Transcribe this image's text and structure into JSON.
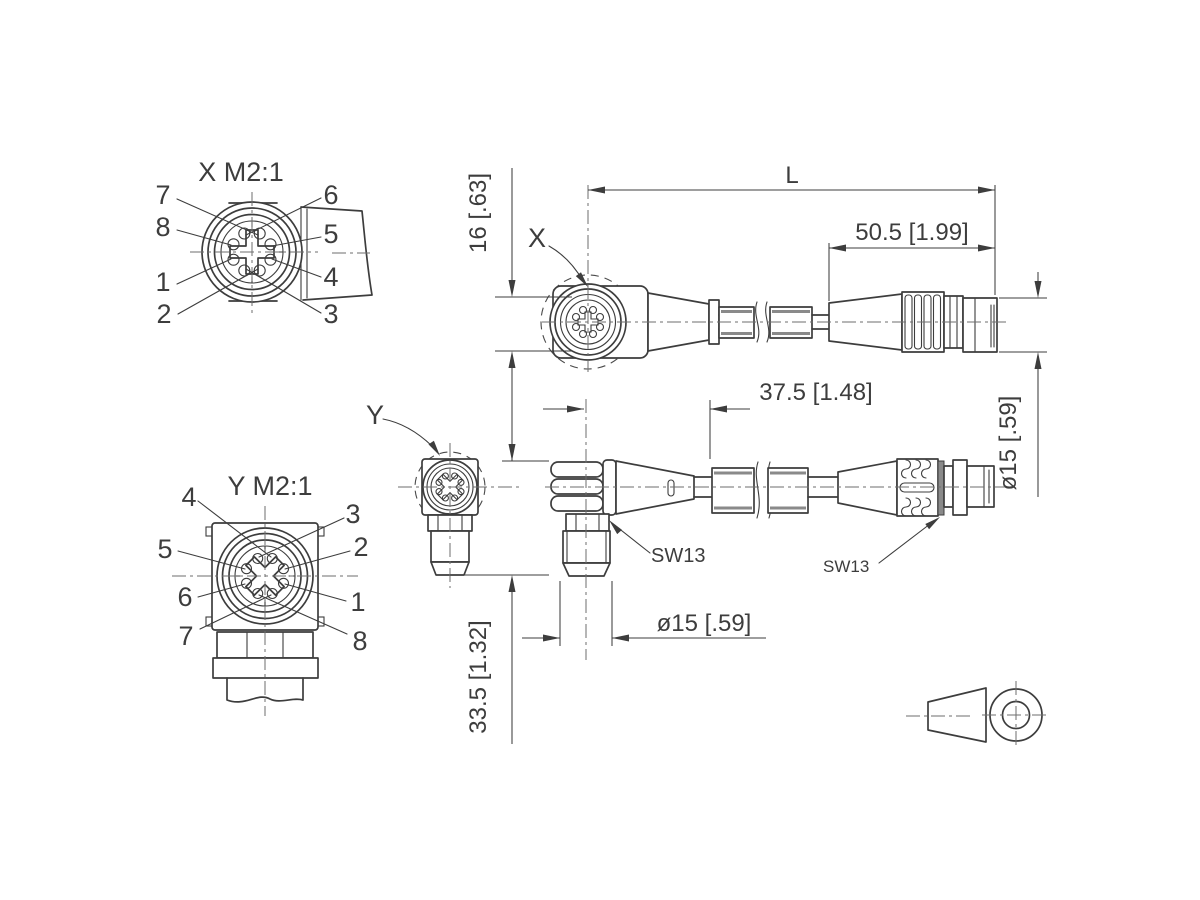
{
  "face_view_x": {
    "title": "X M2:1",
    "pins_left": [
      "7",
      "8",
      "1",
      "2"
    ],
    "pins_right": [
      "6",
      "5",
      "4",
      "3"
    ]
  },
  "face_view_y": {
    "title": "Y M2:1",
    "pins_left": [
      "4",
      "5",
      "6",
      "7"
    ],
    "pins_right": [
      "3",
      "2",
      "1",
      "8"
    ]
  },
  "side_view_x": {
    "view_label": "X",
    "dim_overall_length": "L",
    "dim_connector_length": "50.5 [1.99]",
    "dim_height": "16 [.63]",
    "dim_diameter": "ø15 [.59]"
  },
  "side_view_y": {
    "view_label": "Y",
    "dim_center_to_cable": "37.5 [1.48]",
    "dim_height": "33.5 [1.32]",
    "dim_thread_diameter": "ø15 [.59]",
    "wrench_size_angled": "SW13",
    "wrench_size_straight": "SW13"
  },
  "colors": {
    "line": "#3d3d3d",
    "centerline": "#6e6e6e",
    "shade": "#8a8a8a",
    "background": "#ffffff"
  }
}
